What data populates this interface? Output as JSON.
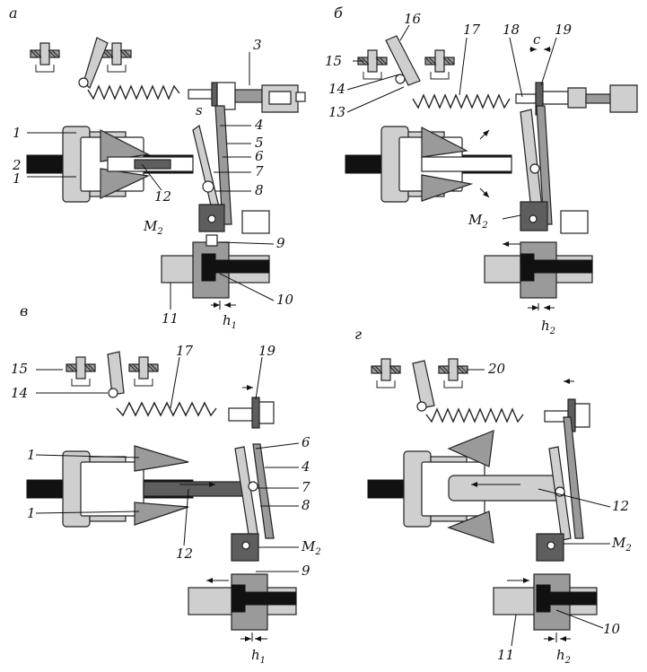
{
  "panels": [
    {
      "id": "a",
      "label": "а"
    },
    {
      "id": "b",
      "label": "б"
    },
    {
      "id": "v",
      "label": "в"
    },
    {
      "id": "g",
      "label": "г"
    }
  ],
  "labels": {
    "a": {
      "n1a": "1",
      "n2": "2",
      "n1b": "1",
      "n3": "3",
      "s": "s",
      "n4": "4",
      "n5": "5",
      "n6": "6",
      "n7": "7",
      "n8": "8",
      "n12": "12",
      "m2": "M",
      "m2sub": "2",
      "n9": "9",
      "n10": "10",
      "n11": "11",
      "h1": "h",
      "h1sub": "1"
    },
    "b": {
      "n15": "15",
      "n16": "16",
      "n17": "17",
      "n18": "18",
      "c": "c",
      "n19": "19",
      "n14": "14",
      "n13": "13",
      "m2": "M",
      "m2sub": "2",
      "h2": "h",
      "h2sub": "2"
    },
    "v": {
      "n15": "15",
      "n14": "14",
      "n17": "17",
      "n19": "19",
      "n1a": "1",
      "n6": "6",
      "n4": "4",
      "n7": "7",
      "n8": "8",
      "n1b": "1",
      "n12": "12",
      "m2": "M",
      "m2sub": "2",
      "n9": "9",
      "h1": "h",
      "h1sub": "1"
    },
    "g": {
      "n20": "20",
      "n12": "12",
      "m2": "M",
      "m2sub": "2",
      "n11": "11",
      "n10": "10",
      "h2": "h",
      "h2sub": "2"
    }
  }
}
